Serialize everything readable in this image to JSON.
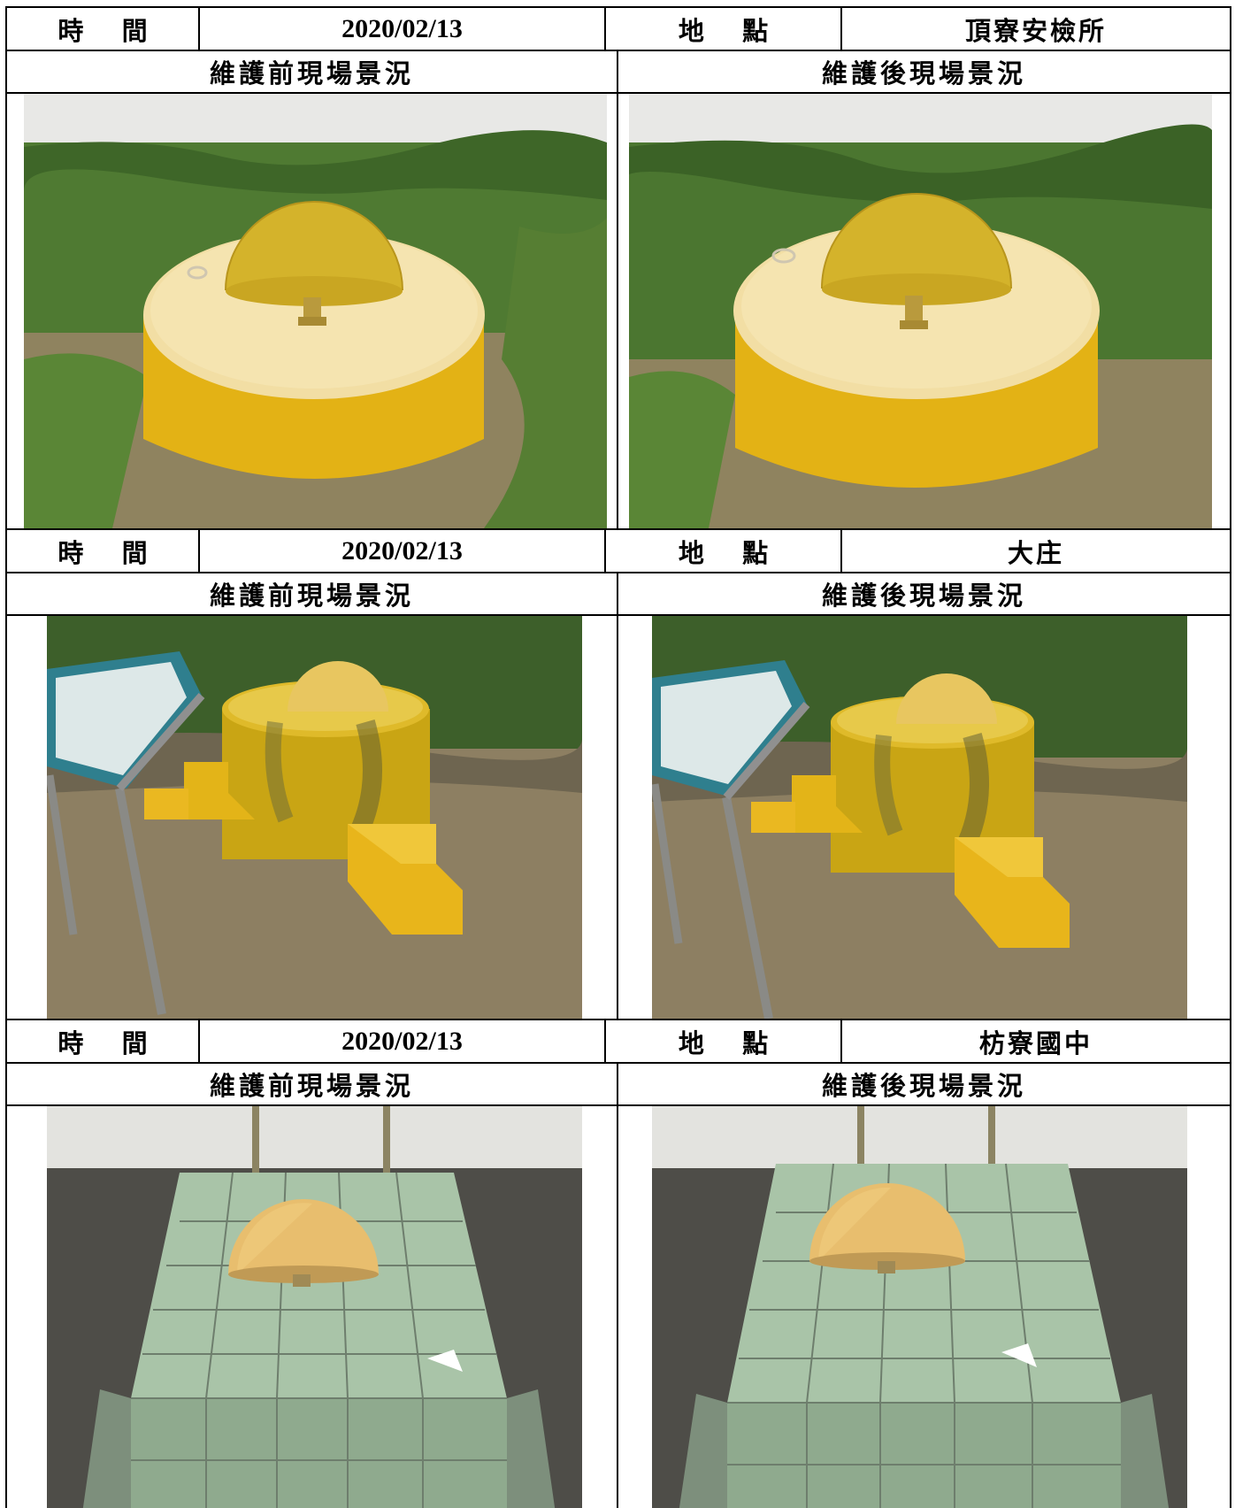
{
  "labels": {
    "time": "時 間",
    "place": "地 點",
    "before": "維護前現場景況",
    "after": "維護後現場景況"
  },
  "records": [
    {
      "date": "2020/02/13",
      "location": "頂寮安檢所",
      "scene": "cylinder"
    },
    {
      "date": "2020/02/13",
      "location": "大庄",
      "scene": "steps"
    },
    {
      "date": "2020/02/13",
      "location": "枋寮國中",
      "scene": "tiles"
    }
  ],
  "colors": {
    "border": "#000000",
    "dome_yellow": "#d4b32b",
    "base_yellow": "#e6b912",
    "tile_green": "#a9c4a8",
    "grass": "#4f7a32",
    "ground": "#9b8a6a"
  }
}
